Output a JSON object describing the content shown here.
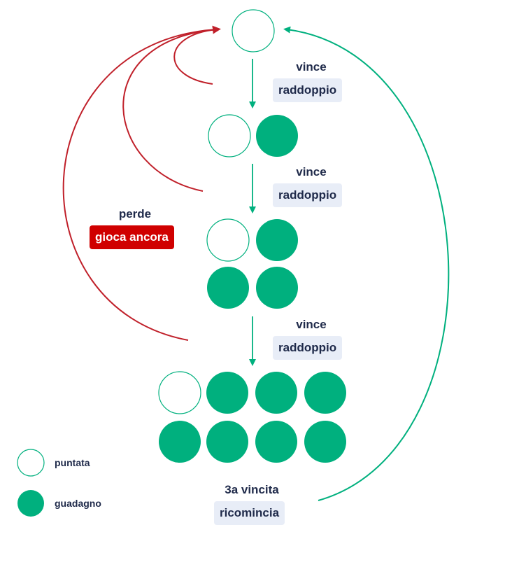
{
  "colors": {
    "green": "#00b07e",
    "red": "#c0202a",
    "text": "#1f2a4a",
    "tag_bg": "#e8edf7",
    "tag_red_bg": "#d00000"
  },
  "stages": [
    {
      "bet": 1,
      "gain": 0
    },
    {
      "bet": 1,
      "gain": 1
    },
    {
      "bet": 1,
      "gain": 3
    },
    {
      "bet": 1,
      "gain": 7
    }
  ],
  "steps": [
    {
      "label": "vince",
      "action": "raddoppio"
    },
    {
      "label": "vince",
      "action": "raddoppio"
    },
    {
      "label": "vince",
      "action": "raddoppio"
    }
  ],
  "lose": {
    "label": "perde",
    "action": "gioca ancora"
  },
  "restart": {
    "label": "3a vincita",
    "action": "ricomincia"
  },
  "legend": [
    {
      "icon": "outline-circle",
      "label": "puntata"
    },
    {
      "icon": "filled-circle",
      "label": "guadagno"
    }
  ]
}
